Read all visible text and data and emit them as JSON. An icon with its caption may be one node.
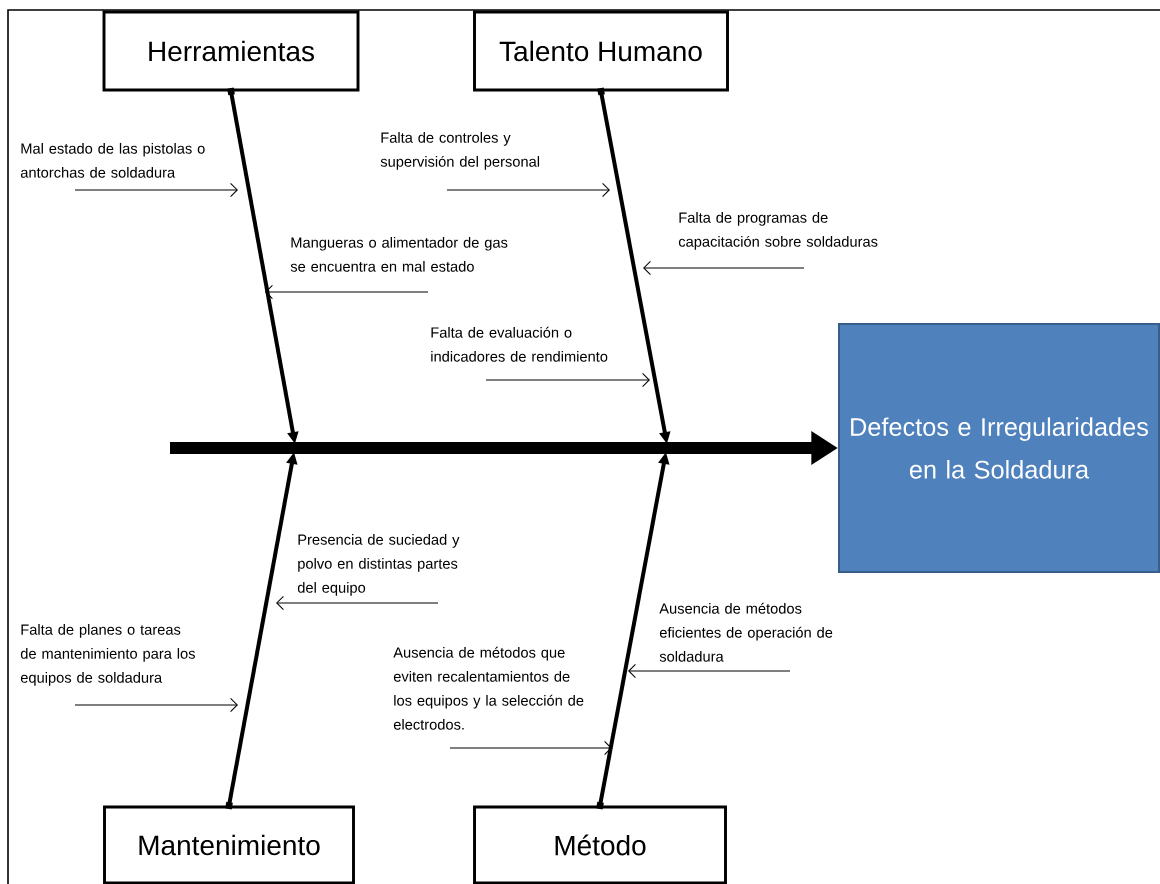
{
  "diagram": {
    "nodes": [
      {
        "text": [
          "Herramientas"
        ]
      },
      {
        "text": [
          "Talento Humano"
        ]
      },
      {
        "text": [
          "Mal estado de las pistolas o antorchas de soldadura"
        ]
      },
      {
        "text": [
          "Falta de controles y supervisión del personal"
        ]
      },
      {
        "text": [
          "Falta de programas de capacitación sobre soldaduras"
        ]
      },
      {
        "text": [
          "Mangueras o alimentador de gas se encuentra en mal estado"
        ]
      },
      {
        "text": [
          "Falta de evaluación o indicadores de rendimiento"
        ]
      },
      {
        "text": [
          "Defectos e Irregularidades en la Soldadura"
        ]
      },
      {
        "text": [
          "Presencia de suciedad y polvo en distintas partes del equipo"
        ]
      },
      {
        "text": [
          "Ausencia de métodos eficientes de operación de soldadura"
        ]
      },
      {
        "text": [
          "Falta de planes o tareas de mantenimiento para los equipos de soldadura"
        ]
      },
      {
        "text": [
          "Ausencia de métodos que eviten recalentamientos de los equipos y la selección de electrodos."
        ]
      },
      {
        "text": [
          "Mantenimiento"
        ]
      },
      {
        "text": [
          "Método"
        ]
      }
    ],
    "edges": [
      {
        "from": null,
        "to": 7,
        "arrow": "to",
        "style": "thick"
      },
      {
        "from": 0,
        "to": null,
        "arrow": "to",
        "style": "thick"
      },
      {
        "from": 1,
        "to": null,
        "arrow": "to",
        "style": "thick"
      },
      {
        "from": 12,
        "to": null,
        "arrow": "to",
        "style": "thick"
      },
      {
        "from": 13,
        "to": null,
        "arrow": "to",
        "style": "thick"
      },
      {
        "from": 2,
        "to": null,
        "arrow": "to"
      },
      {
        "from": 3,
        "to": null,
        "arrow": "to"
      },
      {
        "from": 4,
        "to": null,
        "arrow": "to"
      },
      {
        "from": 5,
        "to": null,
        "arrow": "to"
      },
      {
        "from": 6,
        "to": null,
        "arrow": "to"
      },
      {
        "from": 8,
        "to": null,
        "arrow": "to"
      },
      {
        "from": 9,
        "to": null,
        "arrow": "to"
      },
      {
        "from": 10,
        "to": null,
        "arrow": "to"
      },
      {
        "from": 11,
        "to": null,
        "arrow": "to"
      }
    ]
  }
}
